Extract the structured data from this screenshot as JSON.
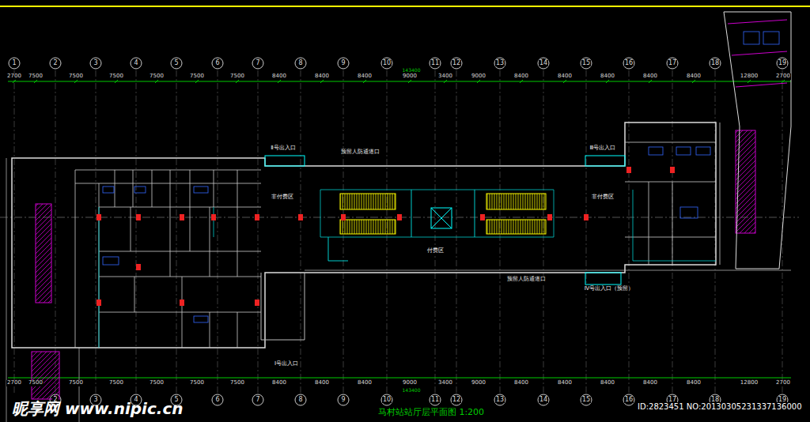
{
  "diagram": {
    "title": "马村站站厅层平面图 1:200",
    "labels": [
      "1",
      "2",
      "3",
      "4",
      "5",
      "6",
      "7",
      "8",
      "9",
      "10",
      "11",
      "12",
      "13",
      "14",
      "15",
      "16",
      "17",
      "18",
      "19",
      "2700",
      "7500",
      "7500",
      "7500",
      "7500",
      "7500",
      "7500",
      "8400",
      "8400",
      "8400",
      "9000",
      "3400",
      "9000",
      "8400",
      "8400",
      "8400",
      "8400",
      "8400",
      "12800",
      "2700",
      "143400",
      "2",
      "3",
      "4",
      "5",
      "6",
      "7",
      "8",
      "9",
      "10",
      "11",
      "12",
      "13",
      "14",
      "15",
      "16",
      "17",
      "18",
      "19",
      "2700",
      "7500",
      "7500",
      "7500",
      "7500",
      "7500",
      "7500",
      "8400",
      "8400",
      "8400",
      "9000",
      "3400",
      "9000",
      "8400",
      "8400",
      "8400",
      "8400",
      "8400",
      "12800",
      "2700",
      "143400",
      "Ⅱ号出入口",
      "预留人防通道口",
      "Ⅲ号出入口",
      "非付费区",
      "付费区",
      "非付费区",
      "预留人防通道口",
      "Ⅳ号出入口（预留）",
      "Ⅰ号出入口",
      "昵享网 www.nipic.cn",
      "ID:2823451 NO:20130305231337136000"
    ]
  }
}
